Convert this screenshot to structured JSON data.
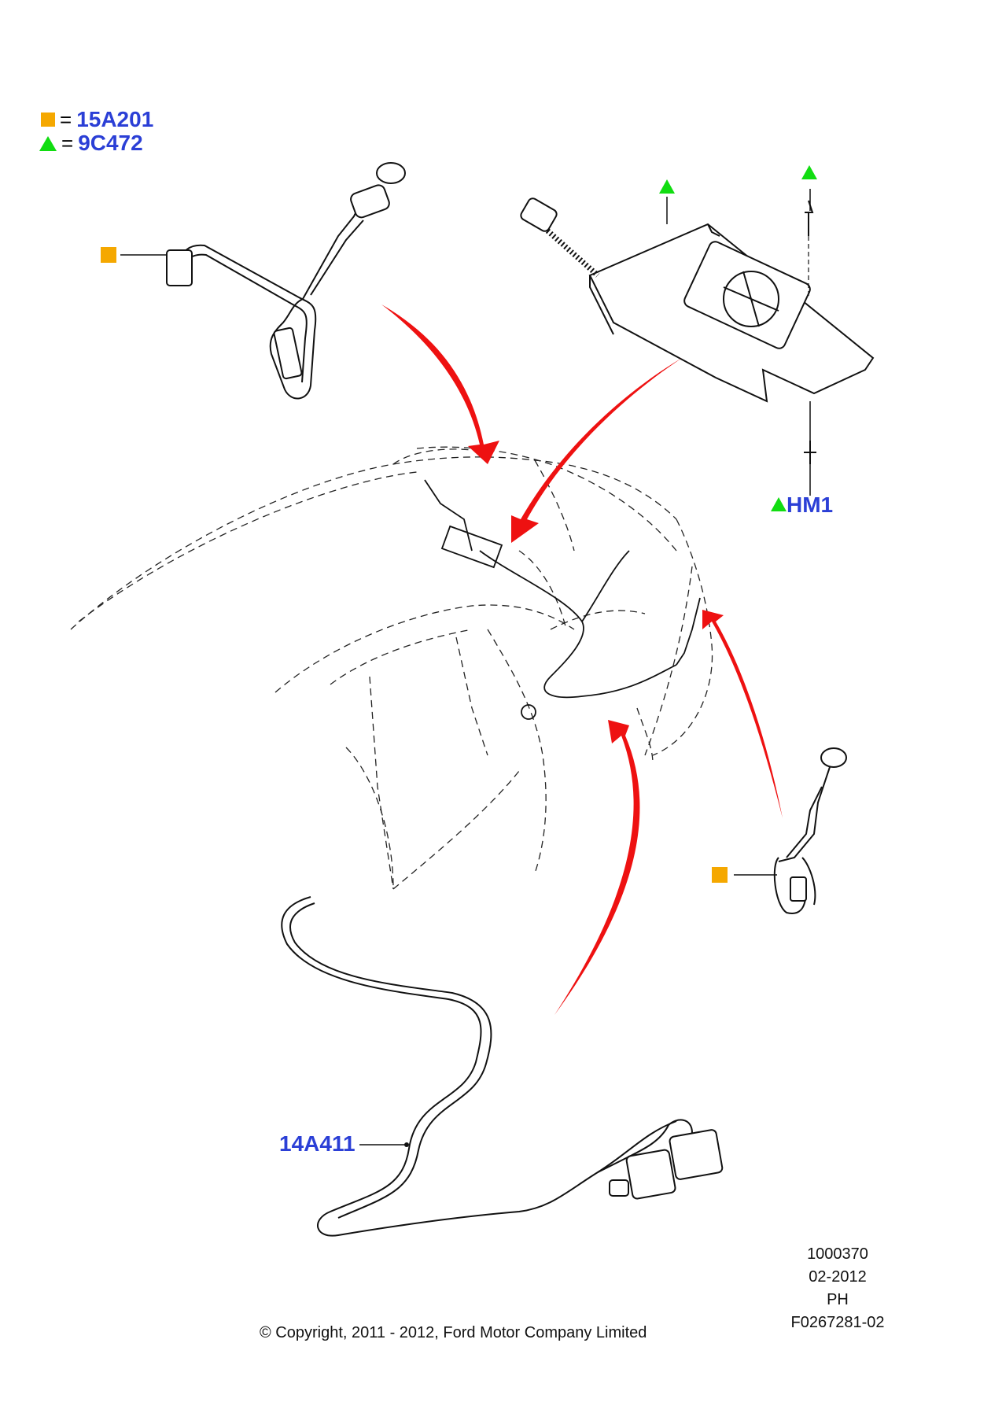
{
  "legend": [
    {
      "symbol": "square",
      "symbol_icon": "orange-square-icon",
      "color": "#f5a800",
      "equals": "=",
      "code": "15A201"
    },
    {
      "symbol": "triangle",
      "symbol_icon": "green-triangle-icon",
      "color": "#11dd11",
      "equals": "=",
      "code": "9C472"
    }
  ],
  "callouts": {
    "hm1": "HM1",
    "harness": "14A411"
  },
  "colors": {
    "arrow": "#ee1111",
    "label": "#2b3fd6",
    "line": "#000000"
  },
  "meta": {
    "number": "1000370",
    "date": "02-2012",
    "code": "PH",
    "figure": "F0267281-02"
  },
  "copyright": "© Copyright, 2011 - 2012, Ford Motor Company Limited"
}
